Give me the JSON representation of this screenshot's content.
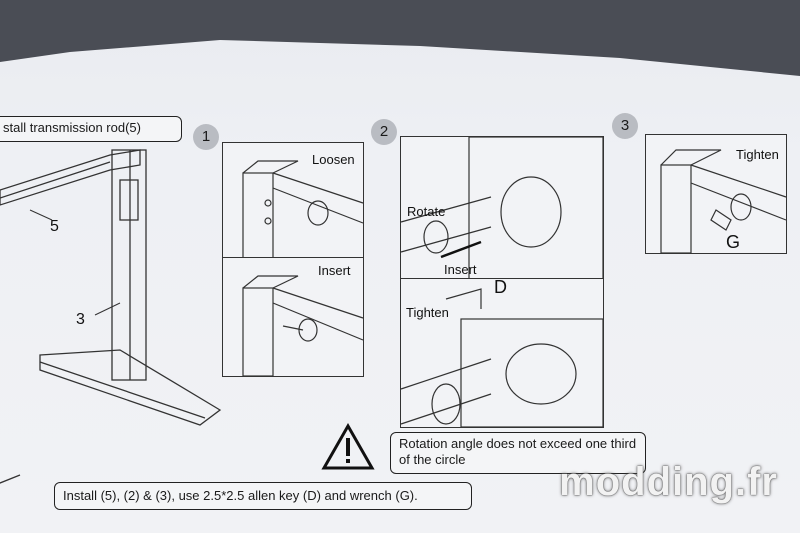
{
  "header": {
    "label": "stall transmission rod(5)"
  },
  "overview": {
    "part_5": "5",
    "part_3": "3"
  },
  "steps": [
    {
      "number": "1",
      "labels": [
        "Loosen",
        "Insert"
      ]
    },
    {
      "number": "2",
      "labels": [
        "Rotate",
        "Insert",
        "Tighten",
        "D"
      ]
    },
    {
      "number": "3",
      "labels": [
        "Tighten",
        "G"
      ]
    }
  ],
  "warning": {
    "icon": "warning-triangle-icon",
    "text": "Rotation angle does not exceed one third of the circle"
  },
  "footer": {
    "text": "Install (5), (2) & (3), use 2.5*2.5 allen key (D) and wrench (G)."
  },
  "watermark": {
    "text": "modding.fr"
  }
}
